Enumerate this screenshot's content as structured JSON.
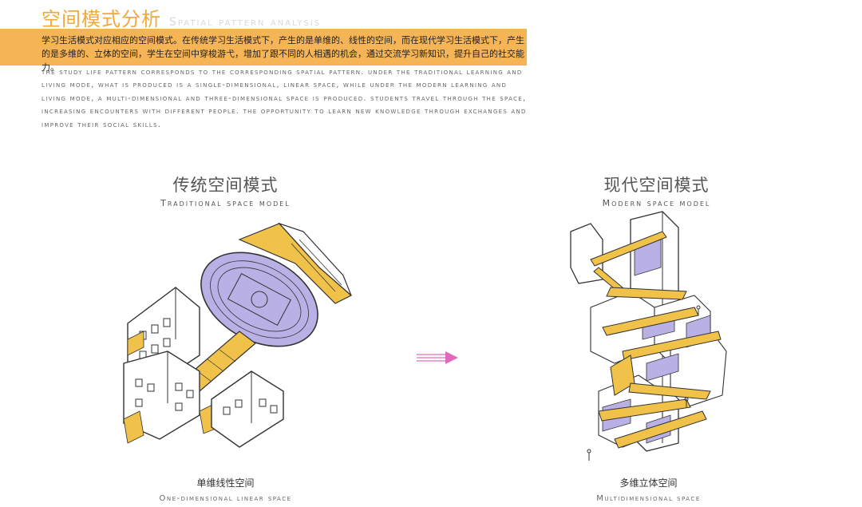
{
  "header": {
    "title_cn": "空间模式分析",
    "title_en": "Spatial pattern analysis"
  },
  "intro": {
    "cn_text": "学习生活模式对应相应的空间模式。在传统学习生活模式下，产生的是单维的、线性的空间，而在现代学习生活模式下，产生的是多维的、立体的空间，学生在空间中穿梭游弋，增加了跟不同的人相遇的机会，通过交流学习新知识，提升自己的社交能力。",
    "en_text": "The study life pattern corresponds to the corresponding spatial pattern. Under the traditional learning and living mode, what is produced is a single-dimensional, linear space, while under the modern learning and living mode, a multi-dimensional and three-dimensional space is produced. Students travel through the space, increasing encounters with different people. The opportunity to learn new knowledge through exchanges and improve their social skills."
  },
  "traditional": {
    "heading_cn": "传统空间模式",
    "heading_en": "Traditional space model",
    "caption_cn": "单维线性空间",
    "caption_en": "One-dimensional linear space"
  },
  "modern": {
    "heading_cn": "现代空间模式",
    "heading_en": "Modern space model",
    "caption_cn": "多维立体空间",
    "caption_en": "Multidimensional space"
  },
  "colors": {
    "accent_orange": "#f5b456",
    "purple": "#b9b0e6",
    "yellow": "#f0c24a",
    "arrow_pink": "#e06bb8"
  }
}
